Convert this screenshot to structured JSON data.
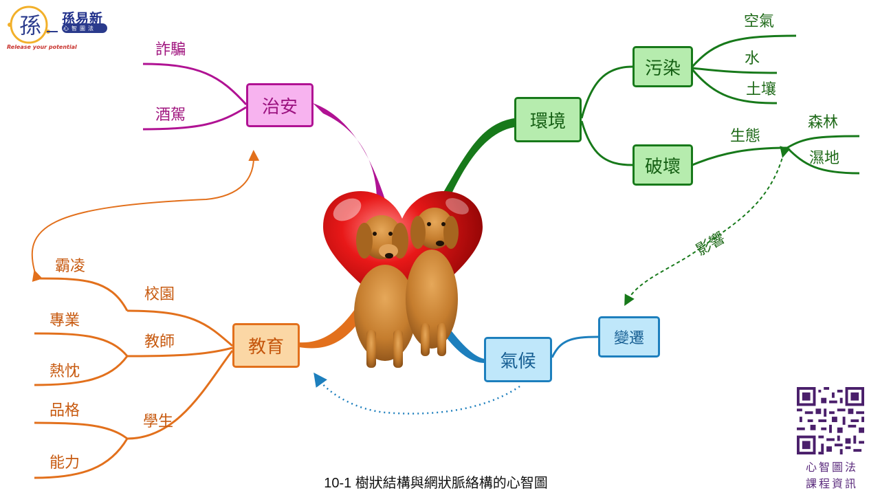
{
  "logo": {
    "brand": "孫易新",
    "sub": "心智圖法",
    "tagline": "Release your potential"
  },
  "center_image": "heart with two golden retrievers",
  "branches": {
    "safety": {
      "label": "治安",
      "children": [
        "詐騙",
        "酒駕"
      ]
    },
    "environment": {
      "label": "環境",
      "pollution": {
        "label": "污染",
        "children": [
          "空氣",
          "水",
          "土壤"
        ]
      },
      "destruction": {
        "label": "破壞",
        "ecology": {
          "label": "生態",
          "children": [
            "森林",
            "濕地"
          ]
        }
      }
    },
    "climate": {
      "label": "氣候",
      "change": "變遷"
    },
    "education": {
      "label": "教育",
      "campus": {
        "label": "校園",
        "children": [
          "霸凌"
        ]
      },
      "teacher": {
        "label": "教師",
        "children": [
          "專業",
          "熱忱"
        ]
      },
      "student": {
        "label": "學生",
        "children": [
          "品格",
          "能力"
        ]
      }
    }
  },
  "relation_label": "影響",
  "caption": "10-1 樹狀結構與網狀脈絡構的心智圖",
  "qr": {
    "line1": "心智圖法",
    "line2": "課程資訊"
  },
  "colors": {
    "safety": "#b01293",
    "environment": "#17791a",
    "education": "#e2701c",
    "climate": "#1d7fbd"
  }
}
